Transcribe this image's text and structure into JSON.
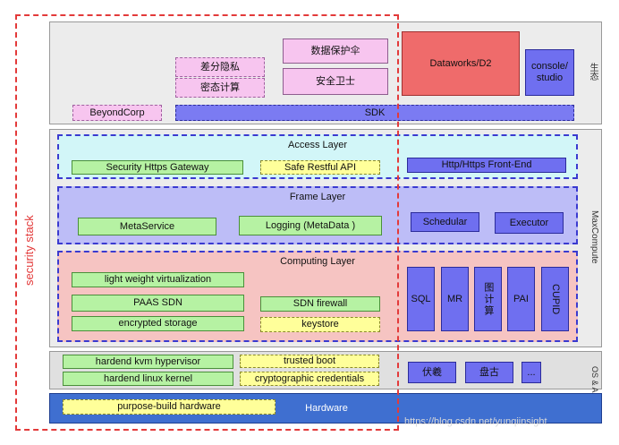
{
  "security_stack_label": "security stack",
  "ecosystem": {
    "side_label": "生态",
    "differential_privacy": "差分隐私",
    "secure_computation": "密态计算",
    "data_protection_umbrella": "数据保护伞",
    "security_guard": "安全卫士",
    "dataworks": "Dataworks/D2",
    "console": "console/\nstudio",
    "beyondcorp": "BeyondCorp",
    "sdk": "SDK"
  },
  "maxcompute": {
    "side_label": "MaxCompute",
    "access_layer": {
      "title": "Access Layer",
      "security_gateway": "Security Https Gateway",
      "safe_restful_api": "Safe Restful API",
      "front_end": "Http/Https Front-End"
    },
    "frame_layer": {
      "title": "Frame Layer",
      "metaservice": "MetaService",
      "logging": "Logging (MetaData )",
      "schedular": "Schedular",
      "executor": "Executor"
    },
    "computing_layer": {
      "title": "Computing Layer",
      "lightweight_virt": "light weight virtualization",
      "paas_sdn": "PAAS  SDN",
      "sdn_firewall": "SDN firewall",
      "encrypted_storage": "encrypted storage",
      "keystore": "keystore",
      "engines": [
        "SQL",
        "MR",
        "图计算",
        "PAI",
        "CUPID"
      ]
    }
  },
  "os_layer": {
    "side_label": "OS & Apsara",
    "kvm": "hardend kvm hypervisor",
    "kernel": "hardend linux kernel",
    "trusted_boot": "trusted boot",
    "crypto_credentials": "cryptographic credentials",
    "fuxi": "伏羲",
    "pangu": "盘古",
    "more": "..."
  },
  "hardware": {
    "label": "Hardware",
    "purpose_build": "purpose-build hardware"
  },
  "watermark": "https://blog.csdn.net/yunqiinsight"
}
